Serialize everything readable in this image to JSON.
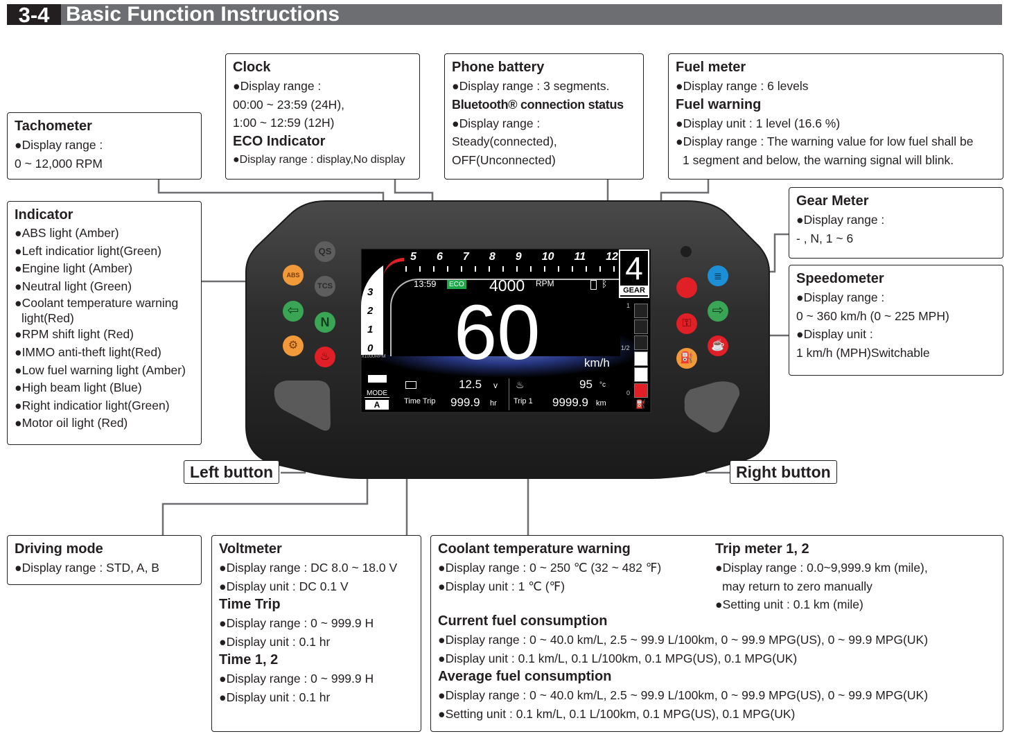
{
  "header": {
    "number": "3-4",
    "title": "Basic Function Instructions"
  },
  "tachometer": {
    "title": "Tachometer",
    "lines": [
      "●Display range :",
      " 0 ~ 12,000 RPM"
    ]
  },
  "clock": {
    "title": "Clock",
    "lines": [
      "●Display range :",
      "00:00 ~ 23:59 (24H),",
      "1:00 ~ 12:59 (12H)"
    ],
    "eco_title": "ECO Indicator",
    "eco_lines": [
      "●Display range : display,No display"
    ]
  },
  "phone": {
    "title": "Phone battery",
    "lines": [
      "●Display range : 3 segments."
    ],
    "bt_title": "Bluetooth® connection status",
    "bt_lines": [
      "●Display range :",
      "Steady(connected),",
      "OFF(Unconnected)"
    ]
  },
  "fuel": {
    "title": "Fuel meter",
    "lines": [
      "●Display range : 6 levels"
    ],
    "warn_title": "Fuel warning",
    "warn_lines": [
      "●Display unit : 1 level (16.6 %)",
      "●Display range : The warning value for low fuel shall be",
      "1 segment and below, the warning signal will blink."
    ]
  },
  "indicator": {
    "title": "Indicator",
    "lines": [
      "●ABS light (Amber)",
      "●Left indicatior light(Green)",
      "●Engine light (Amber)",
      "●Neutral light (Green)",
      "●Coolant temperature warning",
      "light(Red)",
      "●RPM shift light (Red)",
      "●IMMO anti-theft light(Red)",
      "●Low fuel warning light (Amber)",
      "●High beam light (Blue)",
      "●Right indicatior light(Green)",
      "●Motor oil light (Red)"
    ]
  },
  "gear": {
    "title": "Gear Meter",
    "lines": [
      "●Display range :",
      " - , N, 1 ~ 6"
    ]
  },
  "speedometer": {
    "title": "Speedometer",
    "lines": [
      "●Display range :",
      "0 ~ 360 km/h (0 ~ 225 MPH)",
      "●Display unit :",
      "1 km/h (MPH)Switchable"
    ]
  },
  "left_button": "Left button",
  "right_button": "Right button",
  "driving_mode": {
    "title": "Driving mode",
    "lines": [
      "●Display range : STD, A, B"
    ]
  },
  "voltmeter": {
    "title": "Voltmeter",
    "lines": [
      "●Display range : DC 8.0 ~ 18.0 V",
      "●Display unit : DC 0.1 V"
    ],
    "tt_title": "Time Trip",
    "tt_lines": [
      "●Display range : 0 ~ 999.9 H",
      "●Display unit : 0.1 hr"
    ],
    "t12_title": "Time 1, 2",
    "t12_lines": [
      "●Display range : 0 ~ 999.9 H",
      "●Display unit : 0.1 hr"
    ]
  },
  "coolant": {
    "title": "Coolant temperature warning",
    "lines": [
      "●Display range : 0 ~ 250 ℃ (32 ~ 482 ℉)",
      "●Display unit : 1 ℃ (℉)"
    ]
  },
  "trip": {
    "title": "Trip meter 1, 2",
    "lines": [
      "●Display range : 0.0~9,999.9 km (mile),",
      "may return to zero manually",
      "●Setting unit : 0.1 km (mile)"
    ]
  },
  "cur_fuel": {
    "title": "Current fuel consumption",
    "lines": [
      "●Display range : 0 ~ 40.0 km/L, 2.5 ~ 99.9 L/100km, 0 ~ 99.9 MPG(US), 0 ~ 99.9 MPG(UK)",
      "●Display unit : 0.1 km/L, 0.1 L/100km, 0.1 MPG(US), 0.1 MPG(UK)"
    ]
  },
  "avg_fuel": {
    "title": "Average fuel consumption",
    "lines": [
      "●Display range : 0 ~ 40.0 km/L, 2.5 ~ 99.9 L/100km, 0 ~ 99.9 MPG(US), 0 ~ 99.9 MPG(UK)",
      "●Setting unit : 0.1 km/L, 0.1 L/100km, 0.1 MPG(US), 0.1 MPG(UK)"
    ]
  },
  "display": {
    "ticks": [
      "5",
      "6",
      "7",
      "8",
      "9",
      "10",
      "11",
      "12"
    ],
    "left_ticks": [
      "3",
      "2",
      "1",
      "0"
    ],
    "rpm_unit_small": "x1000RPM",
    "clock": "13:59",
    "eco": "ECO",
    "rpm": "4000",
    "rpm_unit": "RPM",
    "gear": "4",
    "gear_label": "GEAR",
    "speed": "60",
    "speed_unit": "km/h",
    "fuel_full": "1",
    "fuel_half": "1/2",
    "fuel_empty": "0",
    "mode_label": "MODE",
    "mode_value": "A",
    "voltage": "12.5",
    "voltage_unit": "v",
    "temp": "95",
    "temp_unit": "°c",
    "time_trip_label": "Time Trip",
    "time_trip": "999.9",
    "time_trip_unit": "hr",
    "trip_label": "Trip 1",
    "trip": "9999.9",
    "trip_unit": "km",
    "qs": "QS",
    "tcs": "TCS",
    "neutral": "N",
    "abs": "ABS"
  },
  "colors": {
    "amber": "#f29a3a",
    "green": "#3aa655",
    "red": "#e01f26",
    "blue": "#1d8fd6",
    "eco_green": "#1fa84a"
  }
}
